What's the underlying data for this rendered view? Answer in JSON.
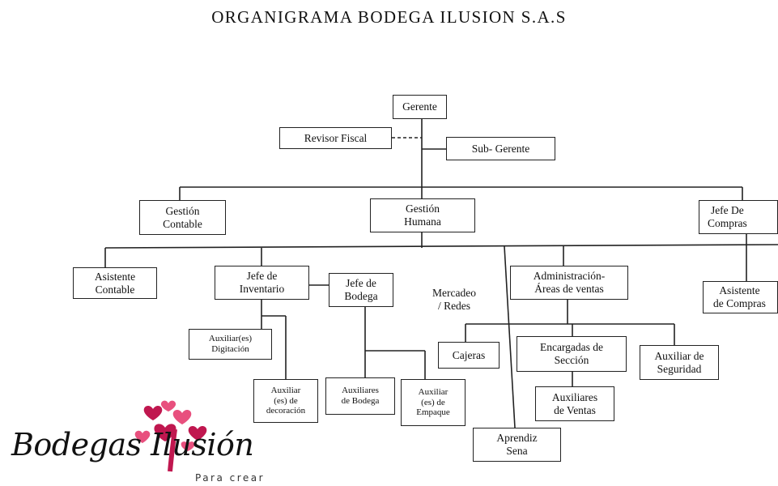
{
  "title": "ORGANIGRAMA BODEGA ILUSION S.A.S",
  "nodes": {
    "gerente": "Gerente",
    "revisor_fiscal": "Revisor Fiscal",
    "sub_gerente": "Sub- Gerente",
    "gestion_contable": "Gestión\nContable",
    "gestion_humana": "Gestión\nHumana",
    "jefe_compras": "Jefe De\nCompras",
    "asistente_contable": "Asistente\nContable",
    "jefe_inventario": "Jefe de\nInventario",
    "jefe_bodega": "Jefe de\nBodega",
    "mercadeo_redes": "Mercadeo\n/ Redes",
    "administracion_areas_ventas": "Administración-\nÁreas de ventas",
    "asistente_compras": "Asistente\nde Compras",
    "auxiliares_digitacion": "Auxiliar(es)\nDigitación",
    "cajeras": "Cajeras",
    "encargadas_seccion": "Encargadas de\nSección",
    "auxiliar_seguridad": "Auxiliar de\nSeguridad",
    "auxiliar_decoracion": "Auxiliar\n(es) de\ndecoración",
    "auxiliares_bodega": "Auxiliares\nde Bodega",
    "auxiliar_empaque": "Auxiliar\n(es) de\nEmpaque",
    "auxiliares_ventas": "Auxiliares\nde Ventas",
    "aprendiz_sena": "Aprendiz\nSena"
  },
  "logo": {
    "name": "Bodegas Ilusión",
    "tagline": "Para crear",
    "colors": {
      "heart": "#c0174f",
      "heart_light": "#e8507e",
      "text": "#111111"
    }
  }
}
